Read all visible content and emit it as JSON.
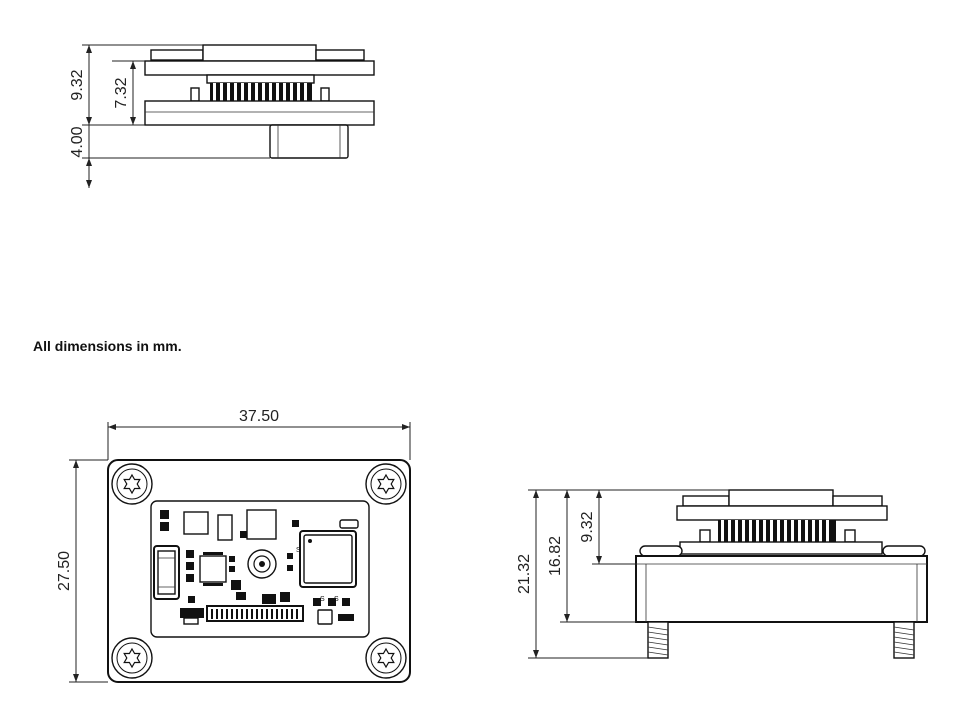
{
  "note": "All dimensions in mm.",
  "side_view_top": {
    "dims": {
      "total_height": "9.32",
      "inner_height": "7.32",
      "bottom_offset": "4.00"
    }
  },
  "top_view": {
    "dims": {
      "width": "37.50",
      "height": "27.50"
    },
    "chip_markings": {
      "a": "S",
      "b": "S",
      "c": "S"
    }
  },
  "side_view_bottom": {
    "dims": {
      "total_height": "21.32",
      "mid_height": "16.82",
      "top_height": "9.32"
    }
  }
}
